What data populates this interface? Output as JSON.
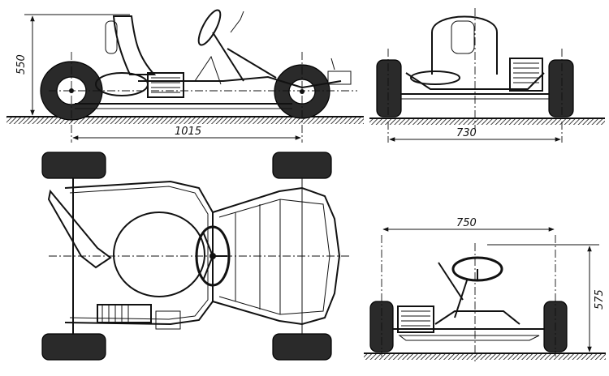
{
  "dimensions": {
    "side_height": "550",
    "wheelbase": "1015",
    "rear_track": "730",
    "front_track": "750",
    "front_height": "575"
  }
}
